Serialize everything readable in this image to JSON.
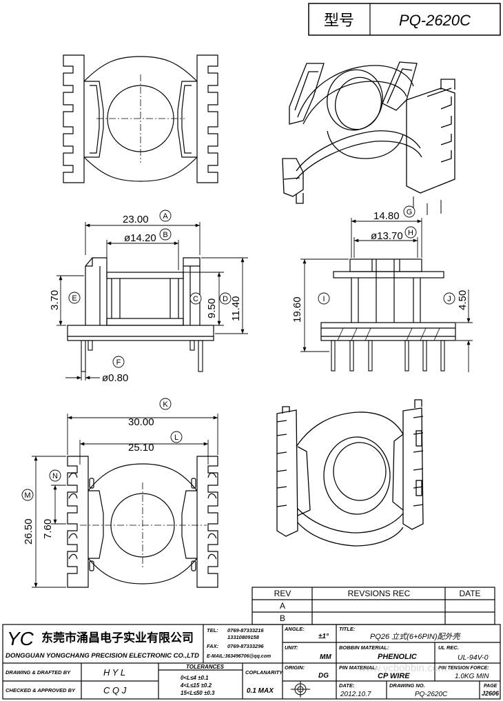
{
  "header": {
    "label": "型号",
    "model": "PQ-2620C"
  },
  "dimensions": {
    "A": "23.00",
    "B": "ø14.20",
    "C": "9.50",
    "D": "11.40",
    "E": "3.70",
    "F": "ø0.80",
    "G": "14.80",
    "H": "ø13.70",
    "I": "19.60",
    "J": "4.50",
    "K": "30.00",
    "L": "25.10",
    "M": "26.50",
    "N": "7.60"
  },
  "callouts": [
    "A",
    "B",
    "C",
    "D",
    "E",
    "F",
    "G",
    "H",
    "I",
    "J",
    "K",
    "L",
    "M",
    "N"
  ],
  "revision_table": {
    "headers": {
      "rev": "REV",
      "rec": "REVSIONS REC",
      "date": "DATE"
    },
    "rows": [
      "A",
      "B"
    ]
  },
  "title_block": {
    "logo": "YC",
    "company_cn": "东莞市涌昌电子实业有限公司",
    "company_en": "DONGGUAN YONGCHANG PRECISION ELECTRONIC CO.,LTD",
    "tel_label": "TEL:",
    "tel_1": "0769-87333216",
    "tel_2": "13310809158",
    "fax_label": "FAX:",
    "fax": "0769-87333296",
    "email": "E-MAIL:363496706@qq.com",
    "angle_label": "ANGLE:",
    "angle_value": "±1°",
    "title_label": "TITLE:",
    "title_value": "PQ26 立式(6+6PIN)配外壳",
    "unit_label": "UNIT:",
    "unit_value": "MM",
    "bobbin_label": "BOBBIN MATERIAL:",
    "bobbin_value": "PHENOLIC",
    "ul_label": "UL REC.",
    "ul_value": "UL-94V-0",
    "origin_label": "ORIGIN:",
    "origin_value": "DG",
    "pin_material_label": "PIN MATERIAL:",
    "pin_material_value": "CP WIRE",
    "pin_tension_label": "PIN TENSION FORCE:",
    "pin_tension_value": "1.0KG MIN",
    "drawn_label": "DRAWING & DRAFTED BY",
    "drawn_value": "H Y L",
    "checked_label": "CHECKED & APPROVED BY",
    "checked_value": "C Q J",
    "tolerances_label": "TOLERANCES",
    "tol_1": "0<L≤4   ±0.1",
    "tol_2": "4<L≤15  ±0.2",
    "tol_3": "15<L≤50  ±0.3",
    "coplanarity_label": "COPLANARITY",
    "coplanarity_value": "0.1 MAX",
    "date_label": "DATE:",
    "date_value": "2012.10.7",
    "drawing_no_label": "DRAWING NO.",
    "drawing_no_value": "PQ-2620C",
    "page_label": "PAGE",
    "page_value": "J2606",
    "watermark": "www.ycbobbin.com"
  }
}
